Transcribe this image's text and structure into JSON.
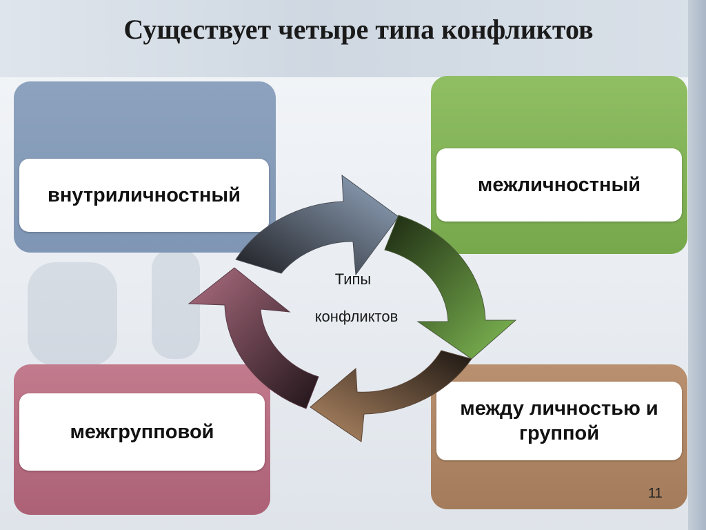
{
  "title": "Существует четыре типа конфликтов",
  "center": {
    "line1": "Типы",
    "line2": "конфликтов"
  },
  "types": [
    {
      "label": "внутриличностный",
      "color": "#7f96b4"
    },
    {
      "label": "межличностный",
      "color": "#77a84c"
    },
    {
      "label": "межгрупповой",
      "color": "#ac6176"
    },
    {
      "label": "между личностью и группой",
      "color": "#a47c5b"
    }
  ],
  "arrows": [
    {
      "color": "#8da0b8"
    },
    {
      "color": "#7cb350"
    },
    {
      "color": "#a77a58"
    },
    {
      "color": "#a05d72"
    }
  ],
  "page_number": "11"
}
